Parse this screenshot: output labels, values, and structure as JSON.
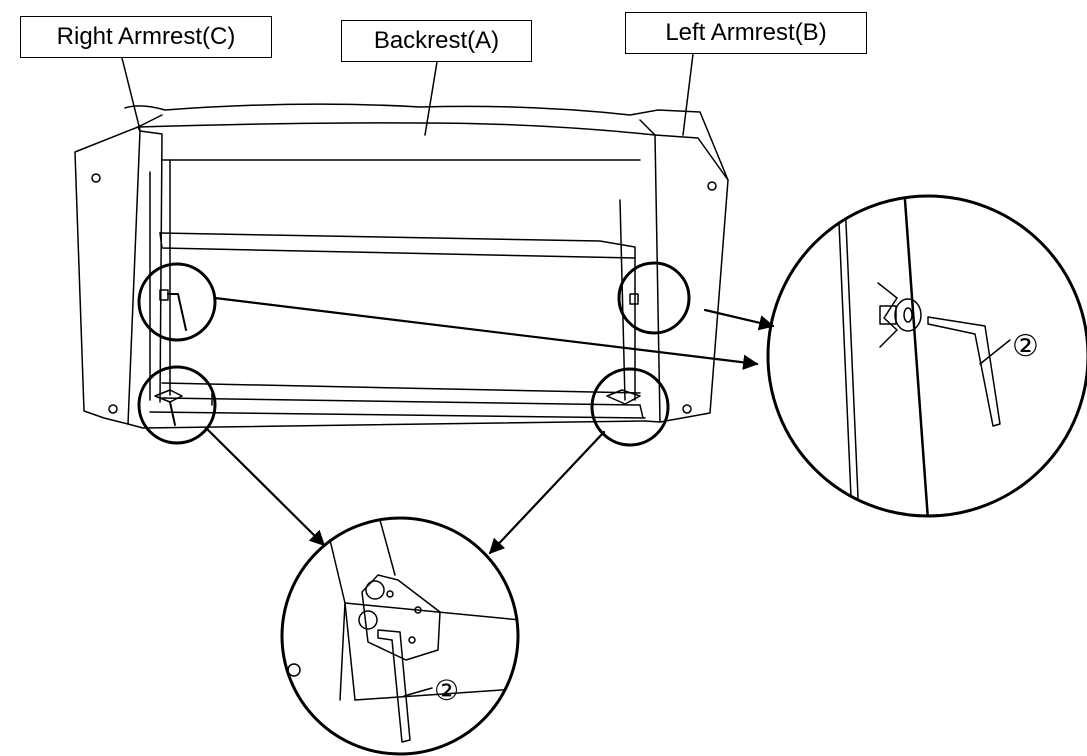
{
  "labels": {
    "right_armrest": "Right Armrest(C)",
    "backrest": "Backrest(A)",
    "left_armrest": "Left Armrest(B)"
  },
  "part_number": "②",
  "colors": {
    "line": "#000000",
    "background": "#ffffff"
  }
}
